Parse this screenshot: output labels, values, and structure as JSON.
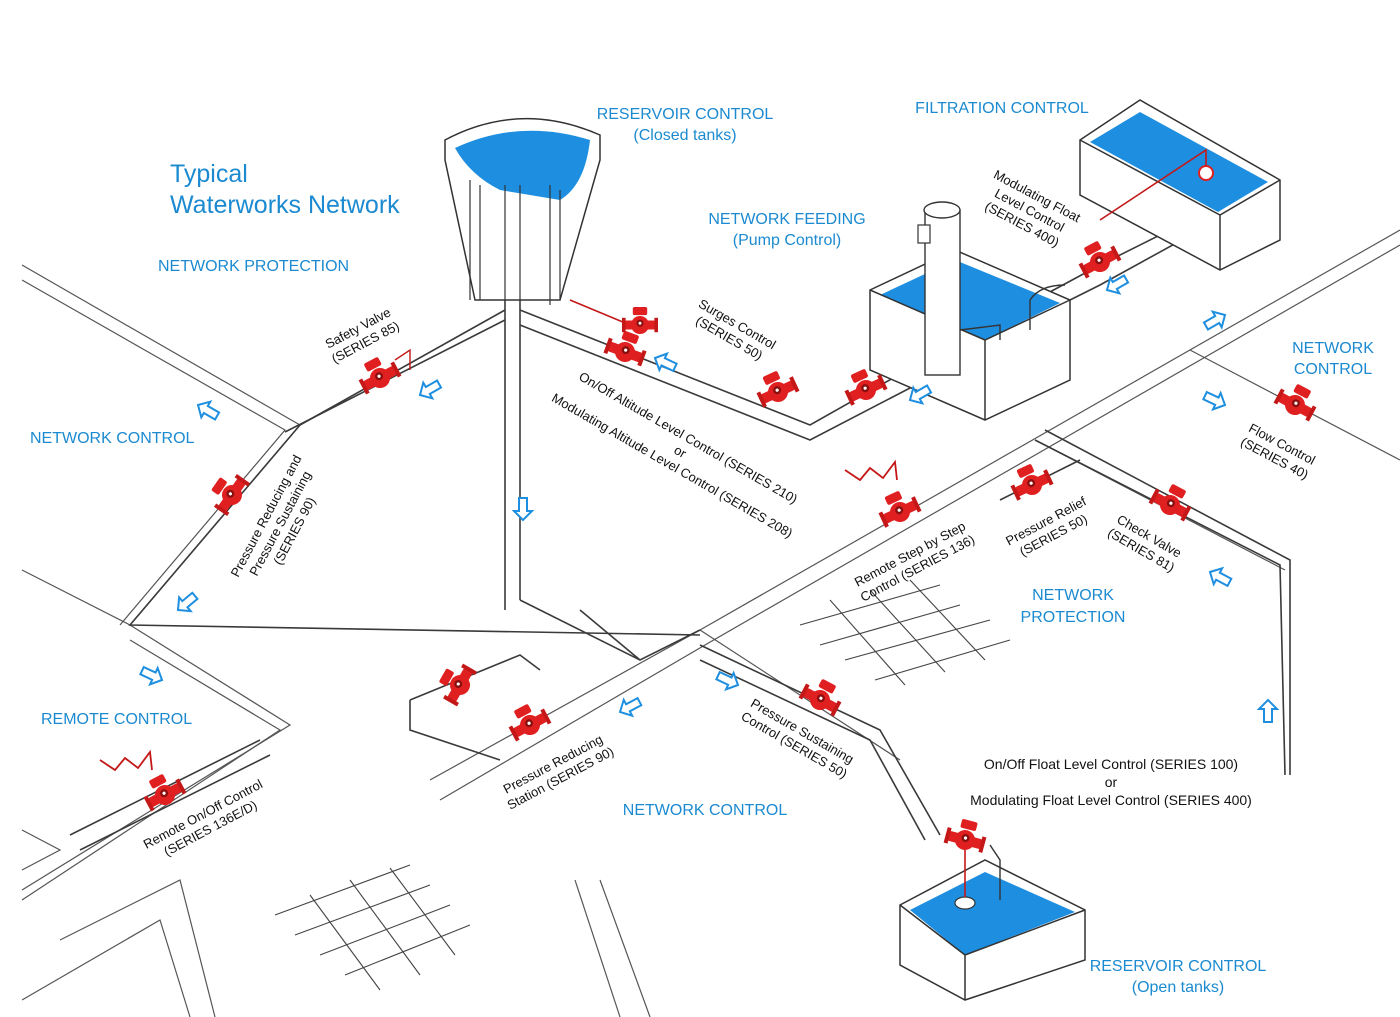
{
  "title": [
    "Typical",
    "Waterworks Network"
  ],
  "sections": {
    "reservoir_closed": [
      "RESERVOIR CONTROL",
      "(Closed tanks)"
    ],
    "filtration": "FILTRATION CONTROL",
    "network_feeding": [
      "NETWORK FEEDING",
      "(Pump Control)"
    ],
    "network_protection_top": "NETWORK PROTECTION",
    "network_control_left": "NETWORK CONTROL",
    "network_control_right": [
      "NETWORK",
      "CONTROL"
    ],
    "network_protection_mid": [
      "NETWORK",
      "PROTECTION"
    ],
    "remote_control": "REMOTE CONTROL",
    "network_control_bottom": "NETWORK CONTROL",
    "reservoir_open": [
      "RESERVOIR CONTROL",
      "(Open tanks)"
    ]
  },
  "valves": {
    "safety": [
      "Safety Valve",
      "(SERIES 85)"
    ],
    "pressure_reducing_sustaining": [
      "Pressure Reducing and",
      "Pressure Sustaining",
      "(SERIES 90)"
    ],
    "altitude": [
      "On/Off Altitude Level Control (SERIES 210)",
      "or",
      "Modulating Altitude Level Control (SERIES 208)"
    ],
    "surges": [
      "Surges Control",
      "(SERIES 50)"
    ],
    "modulating_float": [
      "Modulating Float",
      "Level Control",
      "(SERIES 400)"
    ],
    "flow": [
      "Flow Control",
      "(SERIES 40)"
    ],
    "remote_step": [
      "Remote Step by Step",
      "Control (SERIES 136)"
    ],
    "pressure_relief": [
      "Pressure Relief",
      "(SERIES 50)"
    ],
    "check": [
      "Check Valve",
      "(SERIES 81)"
    ],
    "pressure_reducing_station": [
      "Pressure Reducing",
      "Station (SERIES 90)"
    ],
    "pressure_sustaining": [
      "Pressure Sustaining",
      "Control (SERIES 50)"
    ],
    "remote_onoff": [
      "Remote On/Off Control",
      "(SERIES 136E/D)"
    ],
    "float_level": [
      "On/Off Float Level Control (SERIES 100)",
      "or",
      "Modulating Float Level Control (SERIES 400)"
    ]
  },
  "colors": {
    "label_blue": "#1b8ad0",
    "water": "#1e8fe0",
    "valve_red": "#e02020",
    "pipe": "#3a3a3a",
    "text": "#111111"
  }
}
